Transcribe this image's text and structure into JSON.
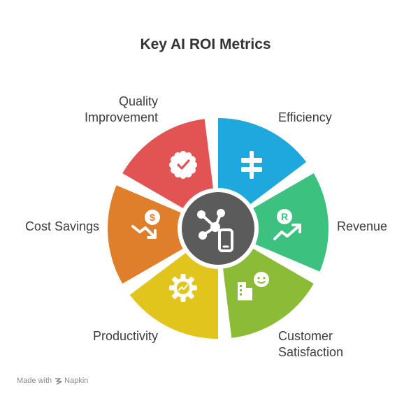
{
  "title": "Key AI ROI Metrics",
  "segments": [
    {
      "label_lines": [
        "Efficiency"
      ],
      "color": "#1ea8db",
      "icon": "balance-icon"
    },
    {
      "label_lines": [
        "Revenue"
      ],
      "color": "#3cc17f",
      "icon": "revenue-growth-icon"
    },
    {
      "label_lines": [
        "Customer",
        "Satisfaction"
      ],
      "color": "#8cbb38",
      "icon": "customer-satisfaction-icon"
    },
    {
      "label_lines": [
        "Productivity"
      ],
      "color": "#e2c51c",
      "icon": "productivity-gear-icon"
    },
    {
      "label_lines": [
        "Cost Savings"
      ],
      "color": "#df7f2b",
      "icon": "cost-savings-icon"
    },
    {
      "label_lines": [
        "Quality",
        "Improvement"
      ],
      "color": "#e25353",
      "icon": "quality-badge-icon"
    }
  ],
  "center": {
    "color": "#5b5b5b",
    "icon": "ai-network-icon"
  },
  "footer": {
    "prefix": "Made with",
    "brand": "Napkin"
  }
}
